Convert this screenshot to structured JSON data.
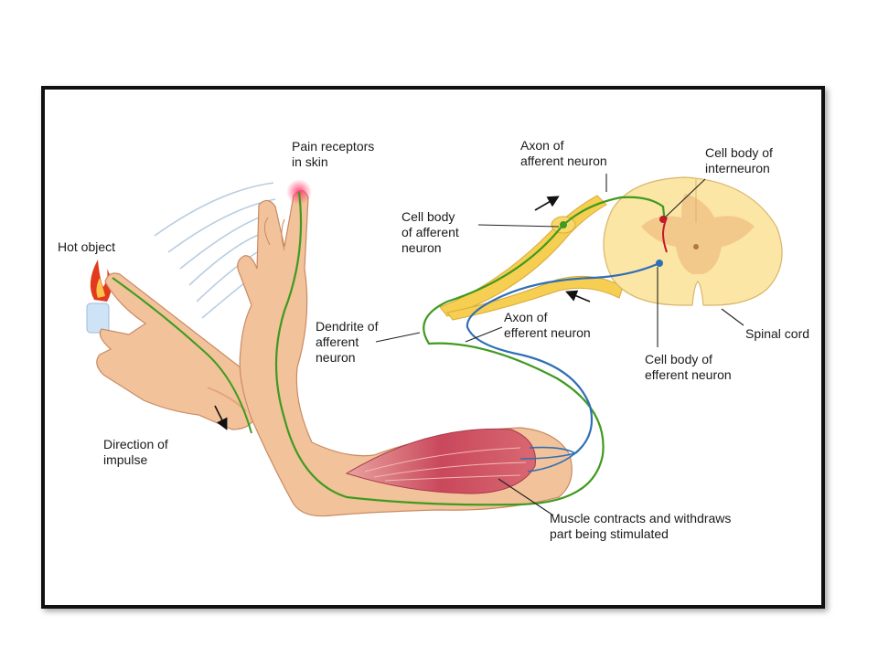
{
  "labels": {
    "pain_receptors": [
      "Pain receptors",
      "in skin"
    ],
    "hot_object": [
      "Hot object"
    ],
    "axon_afferent": [
      "Axon of",
      "afferent neuron"
    ],
    "cell_body_interneuron": [
      "Cell body of",
      "interneuron"
    ],
    "cell_body_afferent": [
      "Cell body",
      "of afferent",
      "neuron"
    ],
    "dendrite_afferent": [
      "Dendrite of",
      "afferent",
      "neuron"
    ],
    "axon_efferent": [
      "Axon of",
      "efferent neuron"
    ],
    "spinal_cord": [
      "Spinal cord"
    ],
    "cell_body_efferent": [
      "Cell body of",
      "efferent neuron"
    ],
    "direction_impulse": [
      "Direction of",
      "impulse"
    ],
    "muscle_contracts": [
      "Muscle contracts and withdraws",
      "part being stimulated"
    ]
  },
  "colors": {
    "skin": "#f2c29b",
    "skin_shade": "#e5a47c",
    "muscle": "#c9485b",
    "spinal_outer": "#fbe6a6",
    "spinal_grey": "#f2c98a",
    "nerve_yellow": "#f6cf52",
    "afferent_green": "#3f9a1f",
    "efferent_blue": "#2f6fb5",
    "interneuron_red": "#c4182c",
    "flame": "#e23a1c"
  }
}
